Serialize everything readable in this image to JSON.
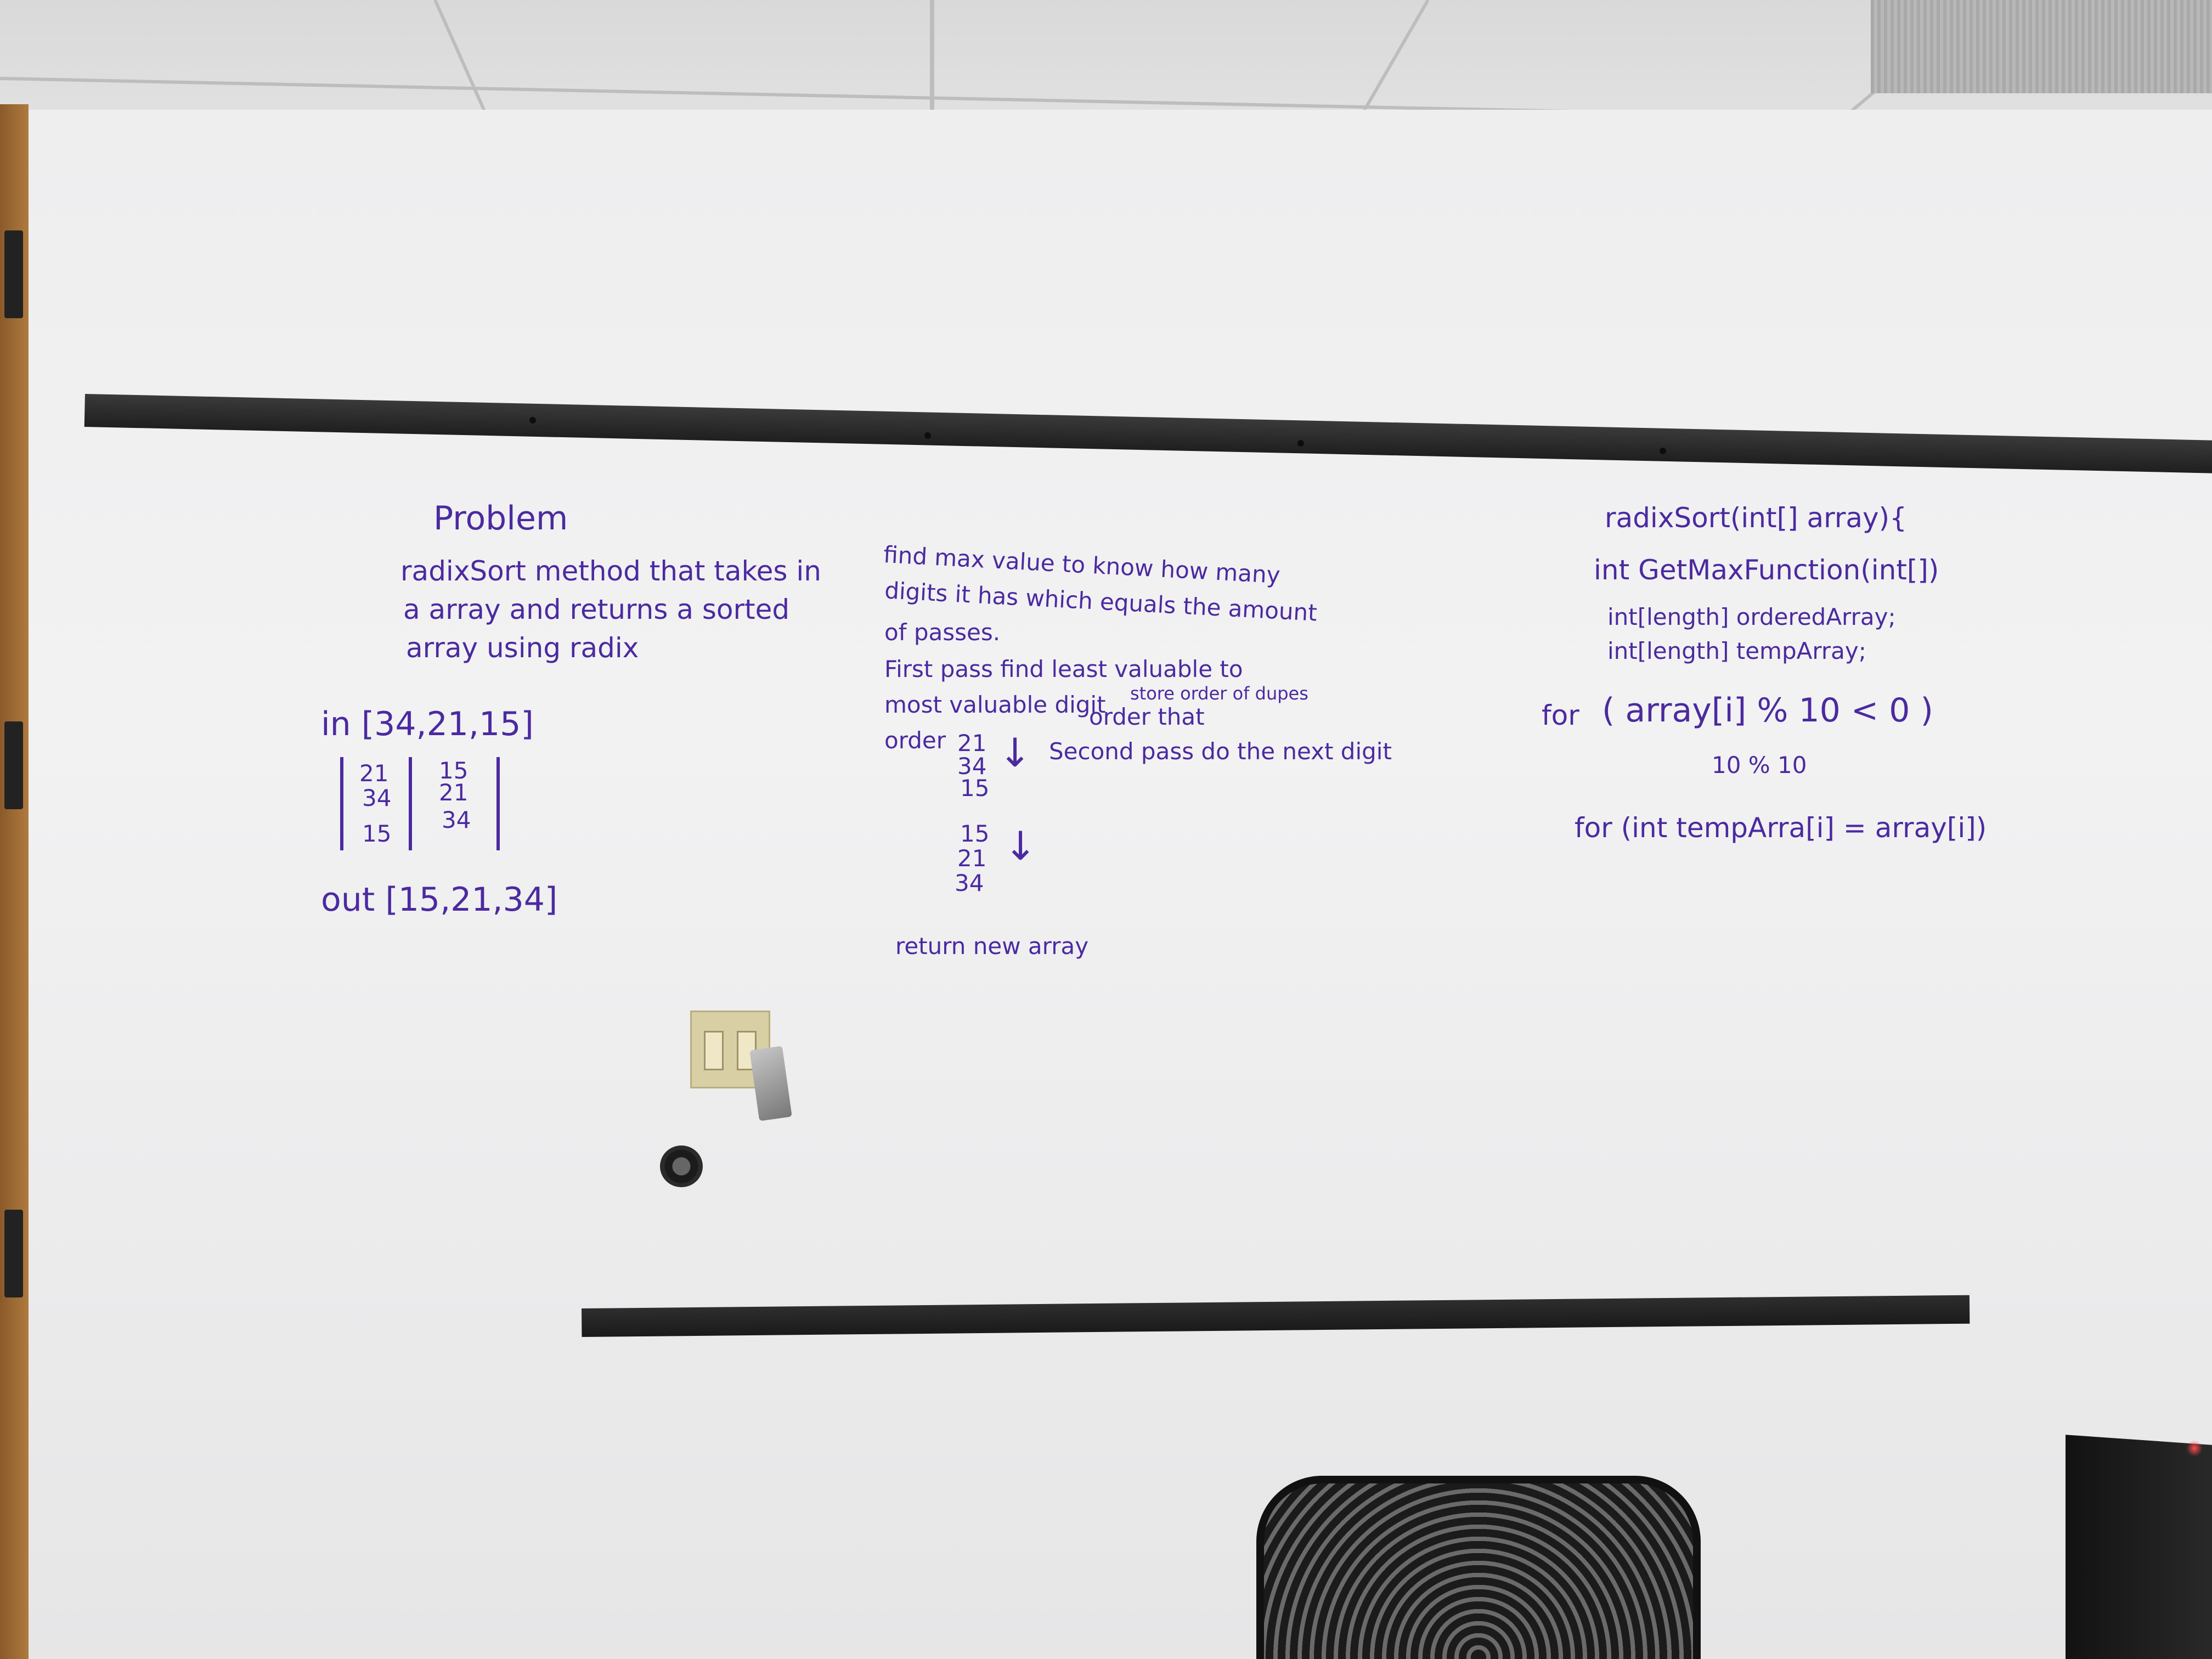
{
  "whiteboard": {
    "left": {
      "title": "Problem",
      "desc1": "radixSort method that takes in",
      "desc2": "a array and returns a sorted",
      "desc3": "array using radix",
      "input": "in [34,21,15]",
      "col1_a": "21",
      "col1_b": "34",
      "col1_c": "15",
      "col2_a": "15",
      "col2_b": "21",
      "col2_c": "34",
      "output": "out [15,21,34]"
    },
    "middle": {
      "line1": "find max value to know how many",
      "line2": "digits it has which equals the amount",
      "line3": "of passes.",
      "line4": "First pass find least valuable to",
      "line5": "most valuable digit",
      "line5b": "store order of dupes",
      "line5c": "order that",
      "line6": "order",
      "line6b": "Second pass do the next digit",
      "d1": "21",
      "d2": "34",
      "d3": "15",
      "e1": "15",
      "e2": "21",
      "e3": "34",
      "ret": "return new array"
    },
    "right": {
      "sig": "radixSort(int[] array){",
      "getmax": "int GetMaxFunction(int[])",
      "ordered": "int[length] orderedArray;",
      "temp": "int[length] tempArray;",
      "for1_kw": "for",
      "for1": "( array[i] % 10 < 0 )",
      "mod": "10 % 10",
      "for2": "for (int tempArra[i] = array[i])"
    }
  }
}
